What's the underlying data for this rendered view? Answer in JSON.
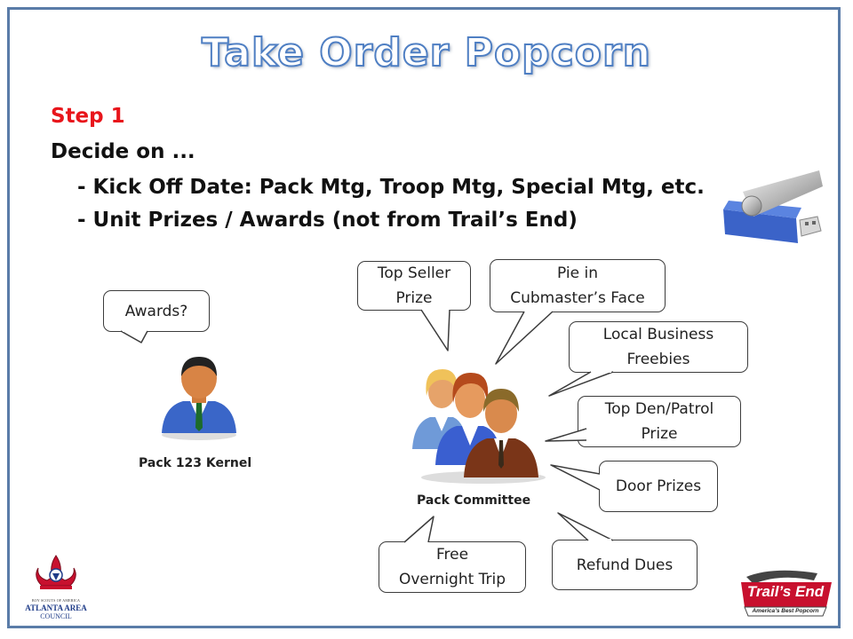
{
  "slide": {
    "title": "Take Order Popcorn",
    "step": "Step 1",
    "decide": "Decide on ...",
    "bullets": [
      "- Kick Off Date: Pack Mtg, Troop Mtg, Special Mtg, etc.",
      "- Unit Prizes / Awards (not from Trail’s End)"
    ],
    "kernel_caption": "Pack 123 Kernel",
    "committee_caption": "Pack Committee",
    "bubbles": {
      "awards": "Awards?",
      "top_seller_1": "Top Seller",
      "top_seller_2": "Prize",
      "pie_1": "Pie in",
      "pie_2": "Cubmaster’s Face",
      "local_1": "Local Business",
      "local_2": "Freebies",
      "den_1": "Top Den/Patrol",
      "den_2": "Prize",
      "door": "Door Prizes",
      "trip_1": "Free",
      "trip_2": "Overnight Trip",
      "refund": "Refund Dues"
    },
    "council_logo": {
      "line1": "BOY SCOUTS OF AMERICA",
      "line2": "ATLANTA AREA",
      "line3": "COUNCIL"
    },
    "brand_logo": {
      "name": "Trail’s End",
      "tagline": "America’s Best Popcorn"
    },
    "colors": {
      "frame": "#5a7ca8",
      "title_outline": "#4f7fc3",
      "step": "#e8151b",
      "usb_blue": "#3b63c8"
    }
  }
}
